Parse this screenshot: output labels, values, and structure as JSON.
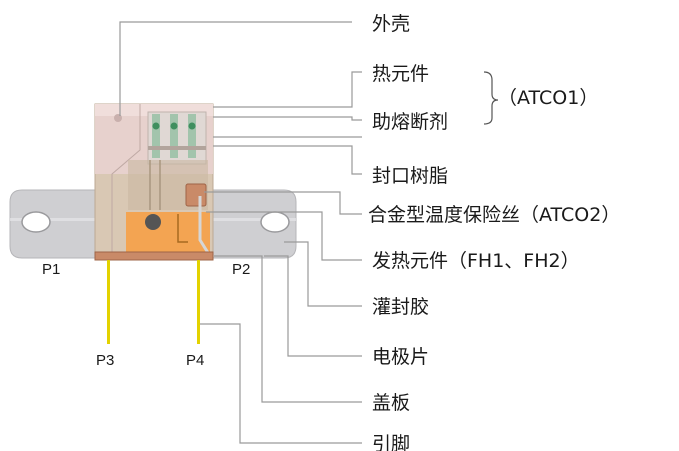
{
  "labels": {
    "housing": "外壳",
    "heat_element": "热元件",
    "flux": "助熔断剂",
    "atco1": "（ATCO1）",
    "sealing_resin": "封口树脂",
    "alloy_fuse": "合金型温度保险丝（ATCO2）",
    "heater": "发热元件（FH1、FH2）",
    "potting": "灌封胶",
    "electrode": "电极片",
    "cover": "盖板",
    "lead_pin": "引脚"
  },
  "pins": {
    "p1": "P1",
    "p2": "P2",
    "p3": "P3",
    "p4": "P4"
  },
  "colors": {
    "housing": "#e8d2cf",
    "body": "#d2c4ad",
    "heater": "#f4a24d",
    "mount_plate": "#cfcfd2",
    "cover": "#c98a68",
    "lead_wire": "#e3d200",
    "green_element": "#6fb48a",
    "leader_line": "#9a9a9a"
  }
}
